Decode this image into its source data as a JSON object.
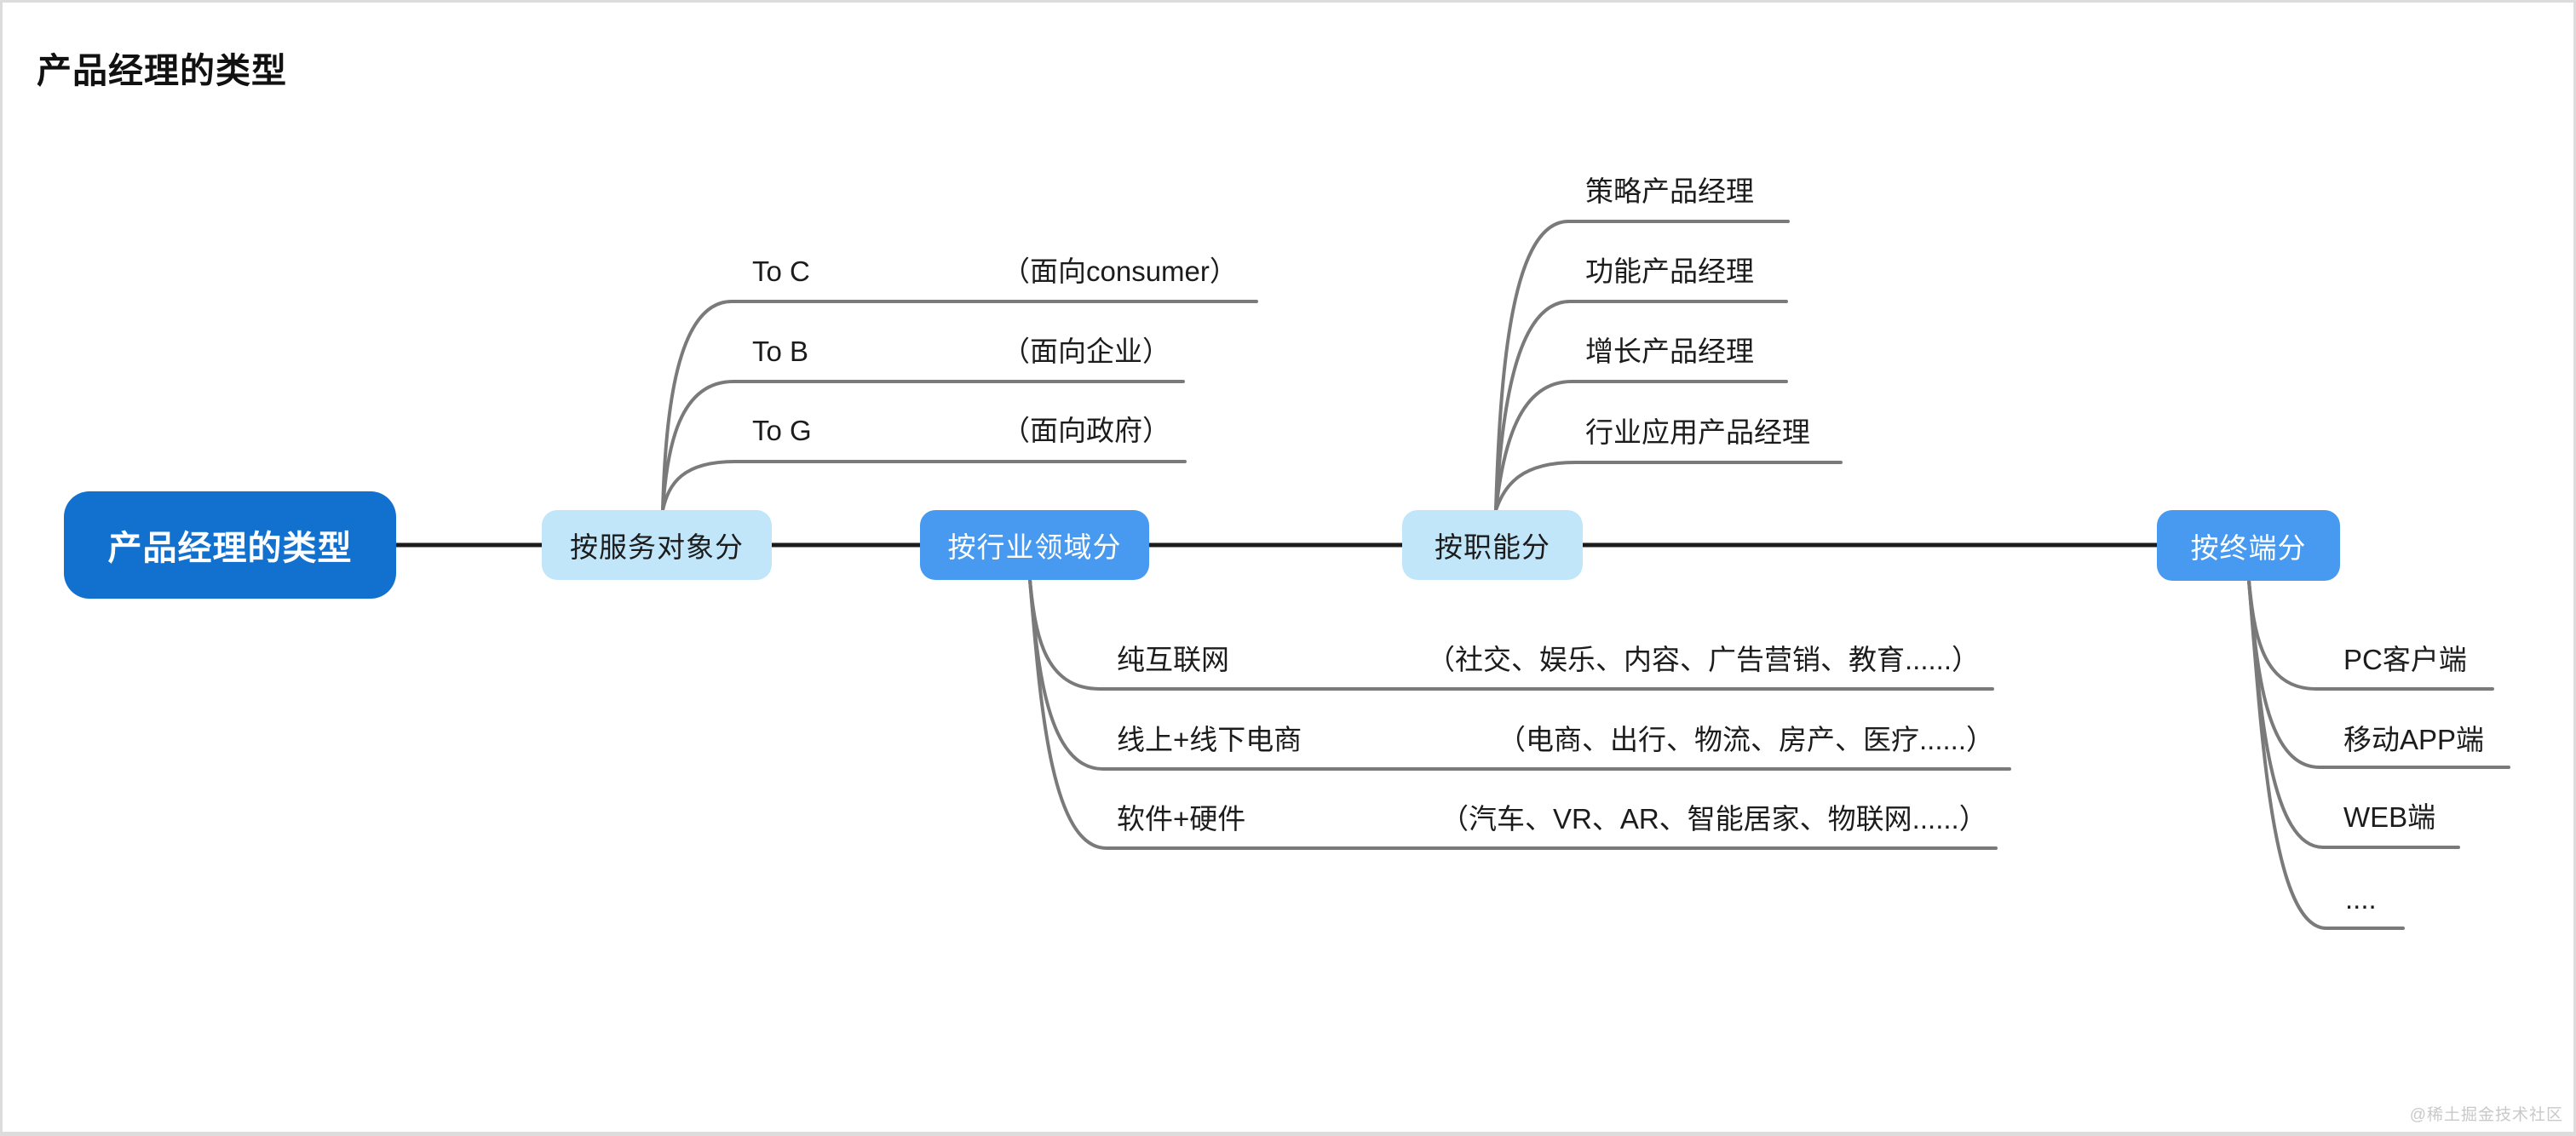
{
  "page": {
    "title": "产品经理的类型",
    "watermark": "@稀土掘金技术社区"
  },
  "root": {
    "label": "产品经理的类型"
  },
  "branches": [
    {
      "label": "按服务对象分",
      "leaves": [
        {
          "label": "To C",
          "note": "（面向consumer）"
        },
        {
          "label": "To B",
          "note": "（面向企业）"
        },
        {
          "label": "To G",
          "note": "（面向政府）"
        }
      ]
    },
    {
      "label": "按行业领域分",
      "leaves": [
        {
          "label": "纯互联网",
          "note": "（社交、娱乐、内容、广告营销、教育......）"
        },
        {
          "label": "线上+线下电商",
          "note": "（电商、出行、物流、房产、医疗......）"
        },
        {
          "label": "软件+硬件",
          "note": "（汽车、VR、AR、智能居家、物联网......）"
        }
      ]
    },
    {
      "label": "按职能分",
      "leaves": [
        {
          "label": "策略产品经理"
        },
        {
          "label": "功能产品经理"
        },
        {
          "label": "增长产品经理"
        },
        {
          "label": "行业应用产品经理"
        }
      ]
    },
    {
      "label": "按终端分",
      "leaves": [
        {
          "label": "PC客户端"
        },
        {
          "label": "移动APP端"
        },
        {
          "label": "WEB端"
        },
        {
          "label": "...."
        }
      ]
    }
  ],
  "colors": {
    "root_node": "#1271cf",
    "branch_node_blue": "#479af0",
    "branch_node_light": "#c1e6fa",
    "main_line": "#1c1c1c",
    "connector_gray": "#7a7a7a",
    "watermark_gray": "#c9c9c9"
  }
}
